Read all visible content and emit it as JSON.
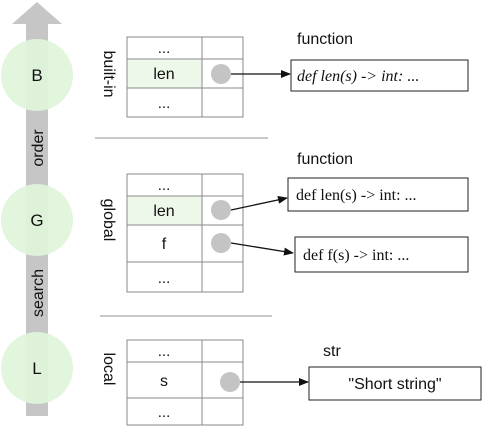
{
  "search_arrow": {
    "labels": [
      "search",
      "order"
    ]
  },
  "scopes": [
    {
      "letter": "B",
      "name": "built-in",
      "rows": [
        "...",
        "len",
        "..."
      ],
      "highlight_row": 1,
      "refs": [
        {
          "row": 1,
          "type": "function",
          "value": "def len(s) -> int: ...",
          "italic": true
        }
      ]
    },
    {
      "letter": "G",
      "name": "global",
      "rows": [
        "...",
        "len",
        "f",
        "..."
      ],
      "highlight_row": 1,
      "refs": [
        {
          "row": 1,
          "type": "function",
          "value": "def len(s) -> int: ...",
          "italic": false
        },
        {
          "row": 2,
          "type": "",
          "value": "def f(s) -> int: ...",
          "italic": false
        }
      ]
    },
    {
      "letter": "L",
      "name": "local",
      "rows": [
        "...",
        "s",
        "..."
      ],
      "highlight_row": -1,
      "refs": [
        {
          "row": 1,
          "type": "str",
          "value": "\"Short string\"",
          "italic": false
        }
      ]
    }
  ],
  "colors": {
    "arrow": "#c6c6c6",
    "circle": "#dff4da",
    "circle_letter": "#111111",
    "table_line": "#8a8a8a",
    "highlight": "#eef8ea",
    "dot": "#c4c4c4",
    "divider": "#a8a8a8",
    "text": "#111111"
  }
}
